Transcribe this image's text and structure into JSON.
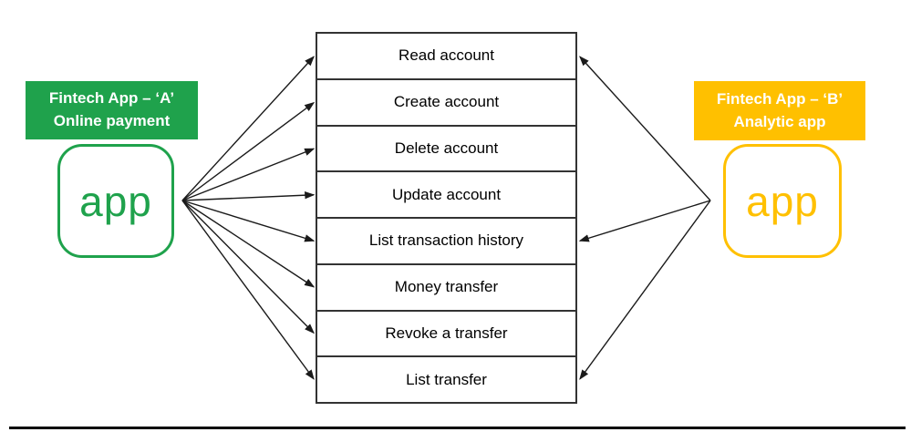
{
  "app_a": {
    "label_line1": "Fintech App – ‘A’",
    "label_line2": "Online payment",
    "icon_text": "app",
    "color": "#1FA24C"
  },
  "app_b": {
    "label_line1": "Fintech App – ‘B’",
    "label_line2": "Analytic app",
    "icon_text": "app",
    "color": "#FFC000"
  },
  "operations": [
    "Read account",
    "Create account",
    "Delete account",
    "Update account",
    "List transaction history",
    "Money transfer",
    "Revoke a transfer",
    "List transfer"
  ],
  "connections": {
    "app_a_to_operations": [
      0,
      1,
      2,
      3,
      4,
      5,
      6,
      7
    ],
    "app_b_to_operations": [
      0,
      4,
      7
    ]
  },
  "colors": {
    "app_a_green": "#1FA24C",
    "app_b_amber": "#FFC000",
    "arrow_black": "#1A1A1A",
    "table_border": "#333333",
    "text_black": "#000000"
  }
}
